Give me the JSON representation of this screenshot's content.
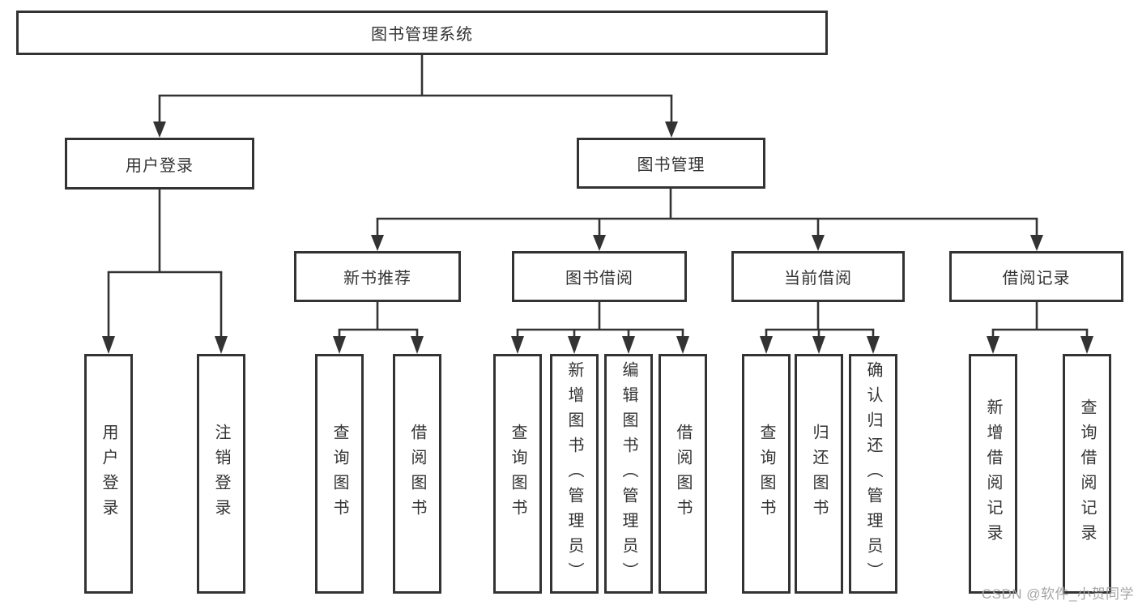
{
  "root": {
    "label": "图书管理系统"
  },
  "level2": [
    {
      "label": "用户登录",
      "parent": "图书管理系统"
    },
    {
      "label": "图书管理",
      "parent": "图书管理系统"
    }
  ],
  "level3": [
    {
      "label": "新书推荐",
      "parent": "图书管理"
    },
    {
      "label": "图书借阅",
      "parent": "图书管理"
    },
    {
      "label": "当前借阅",
      "parent": "图书管理"
    },
    {
      "label": "借阅记录",
      "parent": "图书管理"
    }
  ],
  "leaves": [
    {
      "label": "用户登录",
      "parent": "用户登录"
    },
    {
      "label": "注销登录",
      "parent": "用户登录"
    },
    {
      "label": "查询图书",
      "parent": "新书推荐"
    },
    {
      "label": "借阅图书",
      "parent": "新书推荐"
    },
    {
      "label": "查询图书",
      "parent": "图书借阅"
    },
    {
      "label": "新增图书（管理员）",
      "parent": "图书借阅"
    },
    {
      "label": "编辑图书（管理员）",
      "parent": "图书借阅"
    },
    {
      "label": "借阅图书",
      "parent": "图书借阅"
    },
    {
      "label": "查询图书",
      "parent": "当前借阅"
    },
    {
      "label": "归还图书",
      "parent": "当前借阅"
    },
    {
      "label": "确认归还（管理员）",
      "parent": "当前借阅"
    },
    {
      "label": "新增借阅记录",
      "parent": "借阅记录"
    },
    {
      "label": "查询借阅记录",
      "parent": "借阅记录"
    }
  ],
  "watermark": {
    "text": "CSDN @软件_小贺同学"
  },
  "colors": {
    "line": "#333333",
    "text": "#333333",
    "background": "#ffffff",
    "watermark": "#a6a6a6"
  }
}
